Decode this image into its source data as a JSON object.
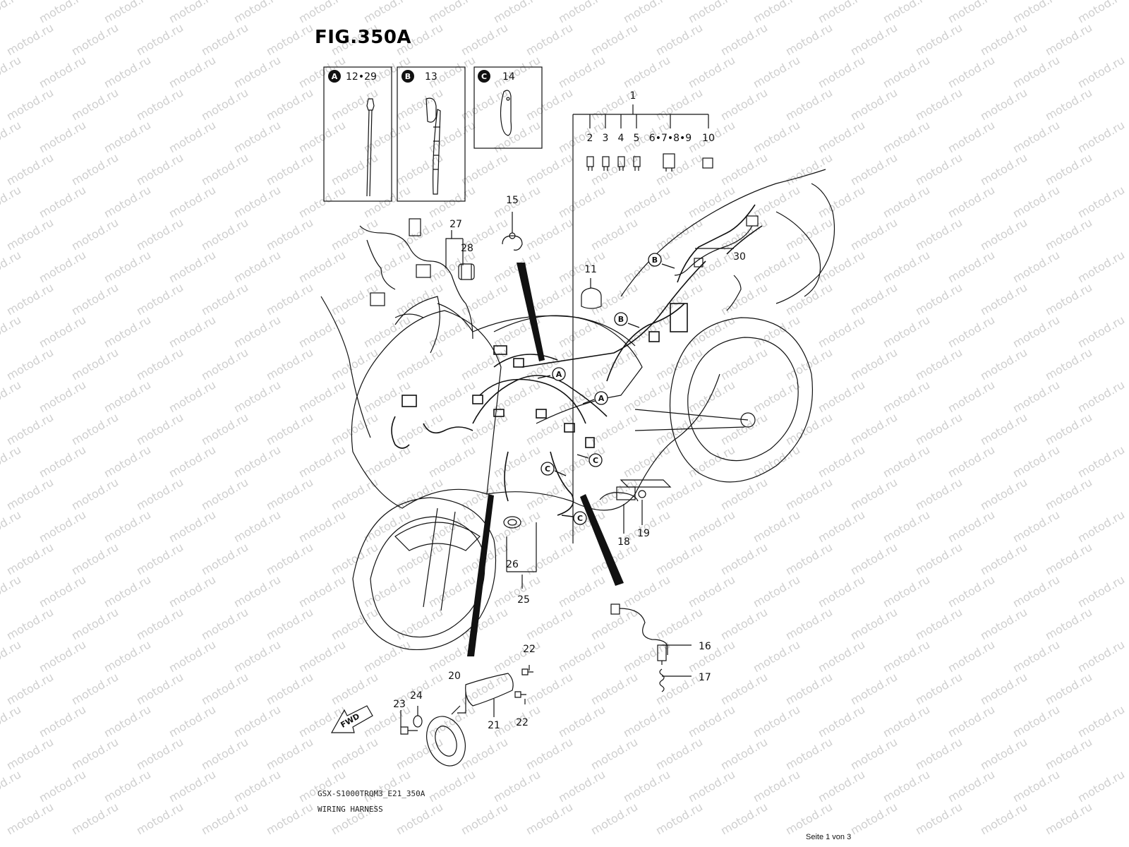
{
  "figure": {
    "title": "FIG.350A",
    "code": "GSX-S1000TRQM3_E21_350A",
    "name": "WIRING HARNESS"
  },
  "watermark_text": "motod.ru",
  "insets": [
    {
      "marker": "A",
      "parts": "12•29"
    },
    {
      "marker": "B",
      "parts": "13"
    },
    {
      "marker": "C",
      "parts": "14"
    }
  ],
  "callouts": {
    "p1": "1",
    "p2": "2",
    "p3": "3",
    "p4": "4",
    "p5": "5",
    "p6_9": "6•7•8•9",
    "p10": "10",
    "p11": "11",
    "p15": "15",
    "p16": "16",
    "p17": "17",
    "p18": "18",
    "p19": "19",
    "p20": "20",
    "p21": "21",
    "p22a": "22",
    "p22b": "22",
    "p23": "23",
    "p24": "24",
    "p25": "25",
    "p26": "26",
    "p27": "27",
    "p28": "28",
    "p30": "30"
  },
  "routing_markers": {
    "a1": "A",
    "a2": "A",
    "b1": "B",
    "b2": "B",
    "c1": "C",
    "c2": "C",
    "c3": "C"
  },
  "direction_label": "FWD",
  "pager": "Seite 1 von 3"
}
